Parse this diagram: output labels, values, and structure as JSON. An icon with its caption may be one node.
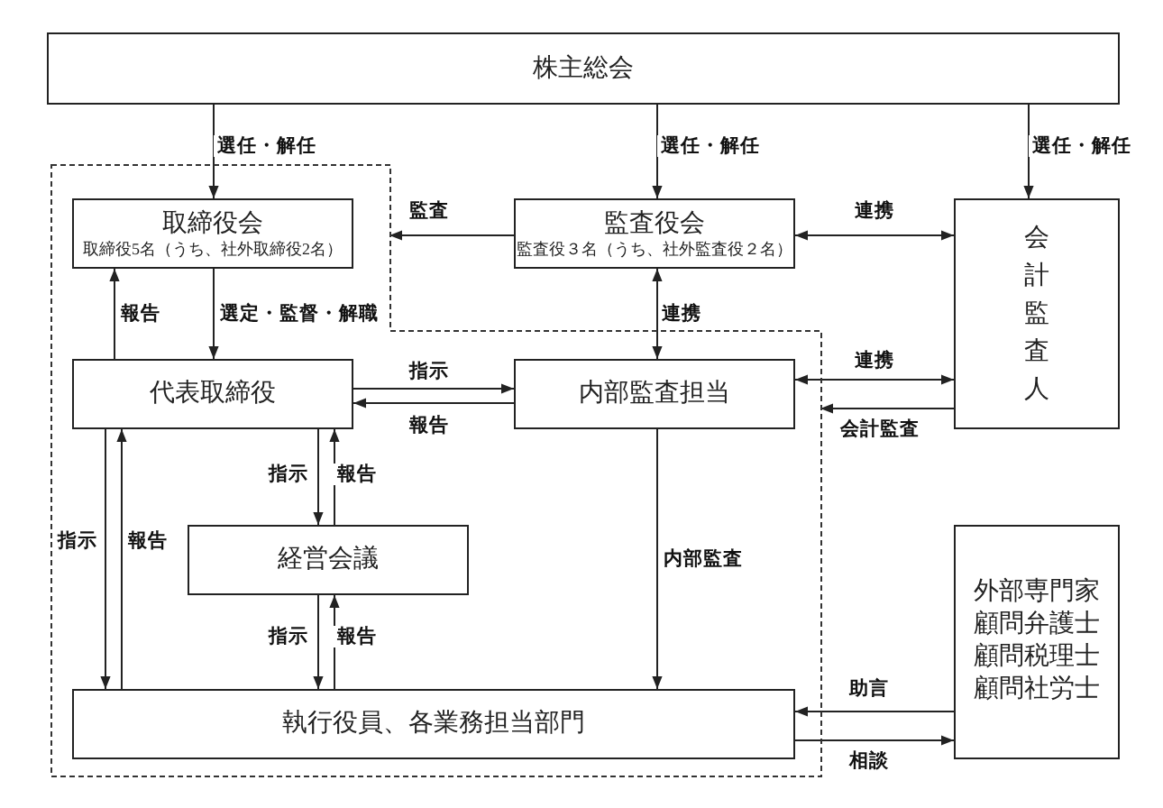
{
  "diagram": {
    "nodes": [
      {
        "text": [
          "株主総会"
        ]
      },
      {
        "text": [],
        "shape": "polygon"
      },
      {
        "text": [
          "取締役会",
          "取締役5名（うち、社外取締役2名）"
        ],
        "in": 1
      },
      {
        "text": [
          "監査役会",
          "監査役３名（うち、社外監査役２名）"
        ]
      },
      {
        "text": [
          "会計監査人"
        ]
      },
      {
        "text": [
          "代表取締役"
        ],
        "in": 1
      },
      {
        "text": [
          "内部監査担当"
        ],
        "in": 1
      },
      {
        "text": [
          "経営会議"
        ],
        "in": 1
      },
      {
        "text": [
          "外部専門家",
          "顧問弁護士",
          "顧問税理士",
          "顧問社労士"
        ]
      },
      {
        "text": [
          "執行役員、各業務担当部門"
        ],
        "in": 1
      }
    ],
    "edges": [
      {
        "from": 0,
        "to": 2,
        "arrow": "to",
        "label": "選任・解任"
      },
      {
        "from": 0,
        "to": 3,
        "arrow": "to",
        "label": "選任・解任"
      },
      {
        "from": 0,
        "to": 4,
        "arrow": "to",
        "label": "選任・解任"
      },
      {
        "from": 3,
        "to": 1,
        "arrow": "to",
        "label": "監査"
      },
      {
        "from": 3,
        "to": 4,
        "arrow": "both",
        "label": "連携"
      },
      {
        "from": 2,
        "to": 5,
        "arrow": "to",
        "label": "選定・監督・解職"
      },
      {
        "from": 5,
        "to": 2,
        "arrow": "to",
        "label": "報告"
      },
      {
        "from": 3,
        "to": 6,
        "arrow": "both",
        "label": "連携"
      },
      {
        "from": 5,
        "to": 6,
        "arrow": "to",
        "label": "指示"
      },
      {
        "from": 6,
        "to": 5,
        "arrow": "to",
        "label": "報告"
      },
      {
        "from": 4,
        "to": 6,
        "arrow": "both",
        "label": "連携"
      },
      {
        "from": 4,
        "to": 1,
        "arrow": "to",
        "label": "会計監査"
      },
      {
        "from": 6,
        "to": 9,
        "arrow": "to",
        "label": "内部監査"
      },
      {
        "from": 5,
        "to": 7,
        "arrow": "to",
        "label": "指示"
      },
      {
        "from": 7,
        "to": 5,
        "arrow": "to",
        "label": "報告"
      },
      {
        "from": 5,
        "to": 9,
        "arrow": "to",
        "label": "指示"
      },
      {
        "from": 9,
        "to": 5,
        "arrow": "to",
        "label": "報告"
      },
      {
        "from": 7,
        "to": 9,
        "arrow": "to",
        "label": "指示"
      },
      {
        "from": 9,
        "to": 7,
        "arrow": "to",
        "label": "報告"
      },
      {
        "from": 8,
        "to": 9,
        "arrow": "to",
        "label": "助言"
      },
      {
        "from": 9,
        "to": 8,
        "arrow": "to",
        "label": "相談"
      }
    ]
  }
}
